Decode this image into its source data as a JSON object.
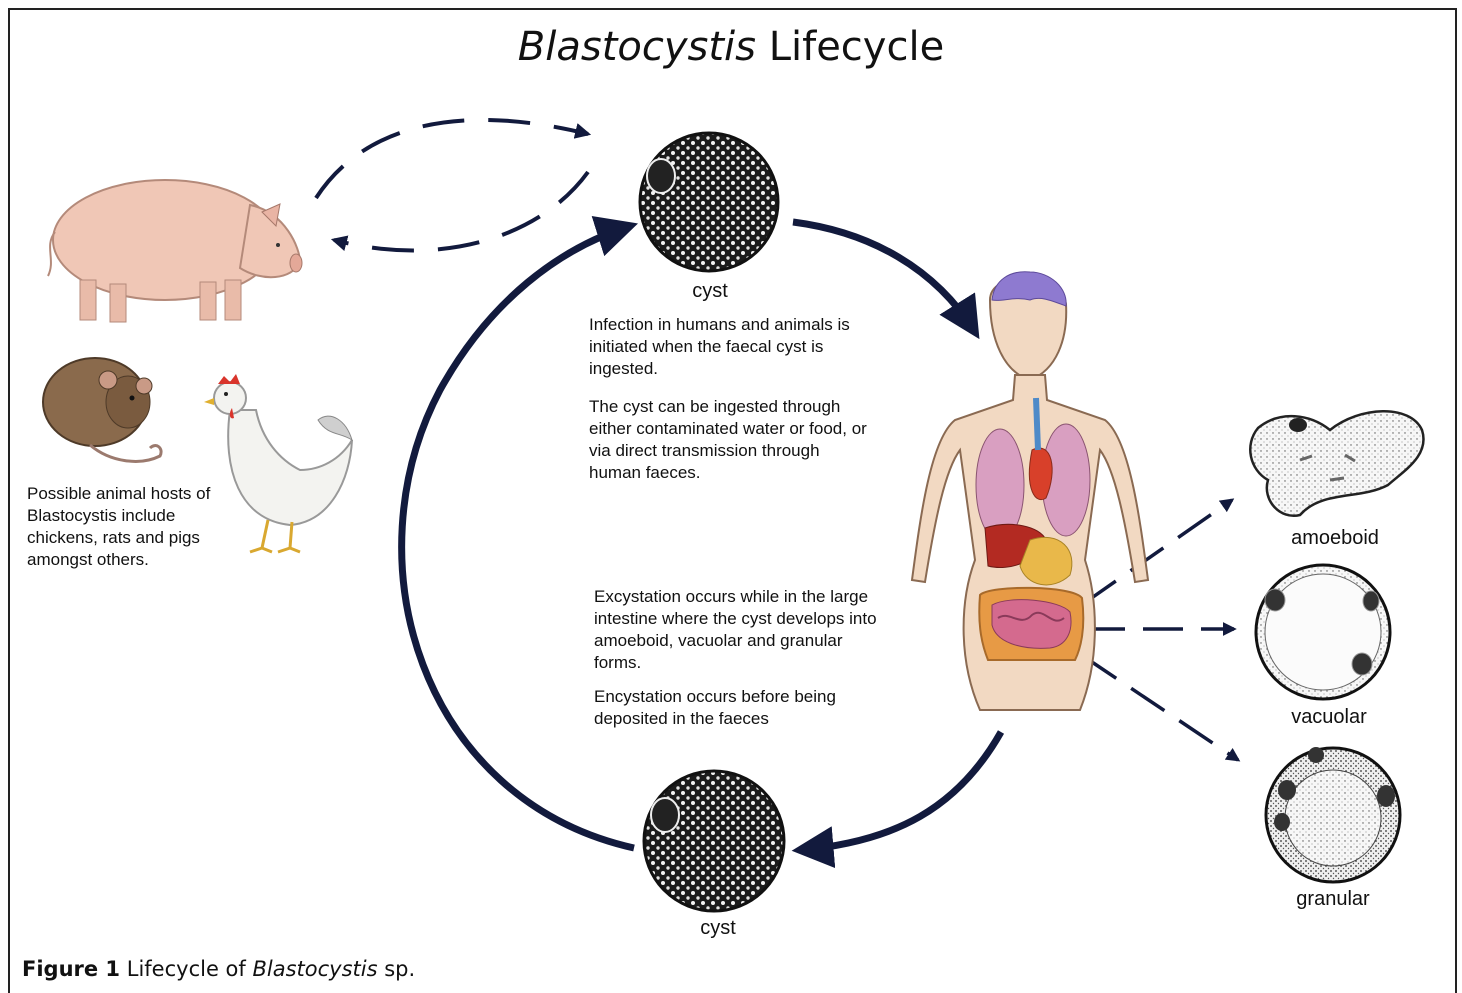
{
  "title": {
    "species": "Blastocystis",
    "rest": "Lifecycle"
  },
  "labels": {
    "cyst_top": "cyst",
    "cyst_bottom": "cyst",
    "amoeboid": "amoeboid",
    "vacuolar": "vacuolar",
    "granular": "granular"
  },
  "texts": {
    "infection_p1": "Infection in humans and animals is initiated when the faecal cyst is ingested.",
    "infection_p2": "The cyst can be ingested through either contaminated water or food, or via direct transmission through human faeces.",
    "excystation_p1": "Excystation occurs while in the large intestine where the cyst develops into amoeboid, vacuolar and granular forms.",
    "excystation_p2": "Encystation occurs before being deposited in the faeces",
    "hosts": "Possible animal hosts of Blastocystis include chickens, rats and pigs amongst others."
  },
  "caption": {
    "prefix": "Figure 1",
    "text": "Lifecycle of",
    "species": "Blastocystis",
    "suffix": "sp."
  },
  "colors": {
    "arrow": "#121a3d",
    "pig": "#f0c7b6",
    "rat": "#8a6a4c",
    "chicken": "#f3f3f0",
    "comb": "#d9342b"
  },
  "icons": [
    "pig-icon",
    "rat-icon",
    "chicken-icon",
    "human-anatomy-icon",
    "cyst-icon",
    "amoeboid-cell-icon",
    "vacuolar-cell-icon",
    "granular-cell-icon"
  ]
}
